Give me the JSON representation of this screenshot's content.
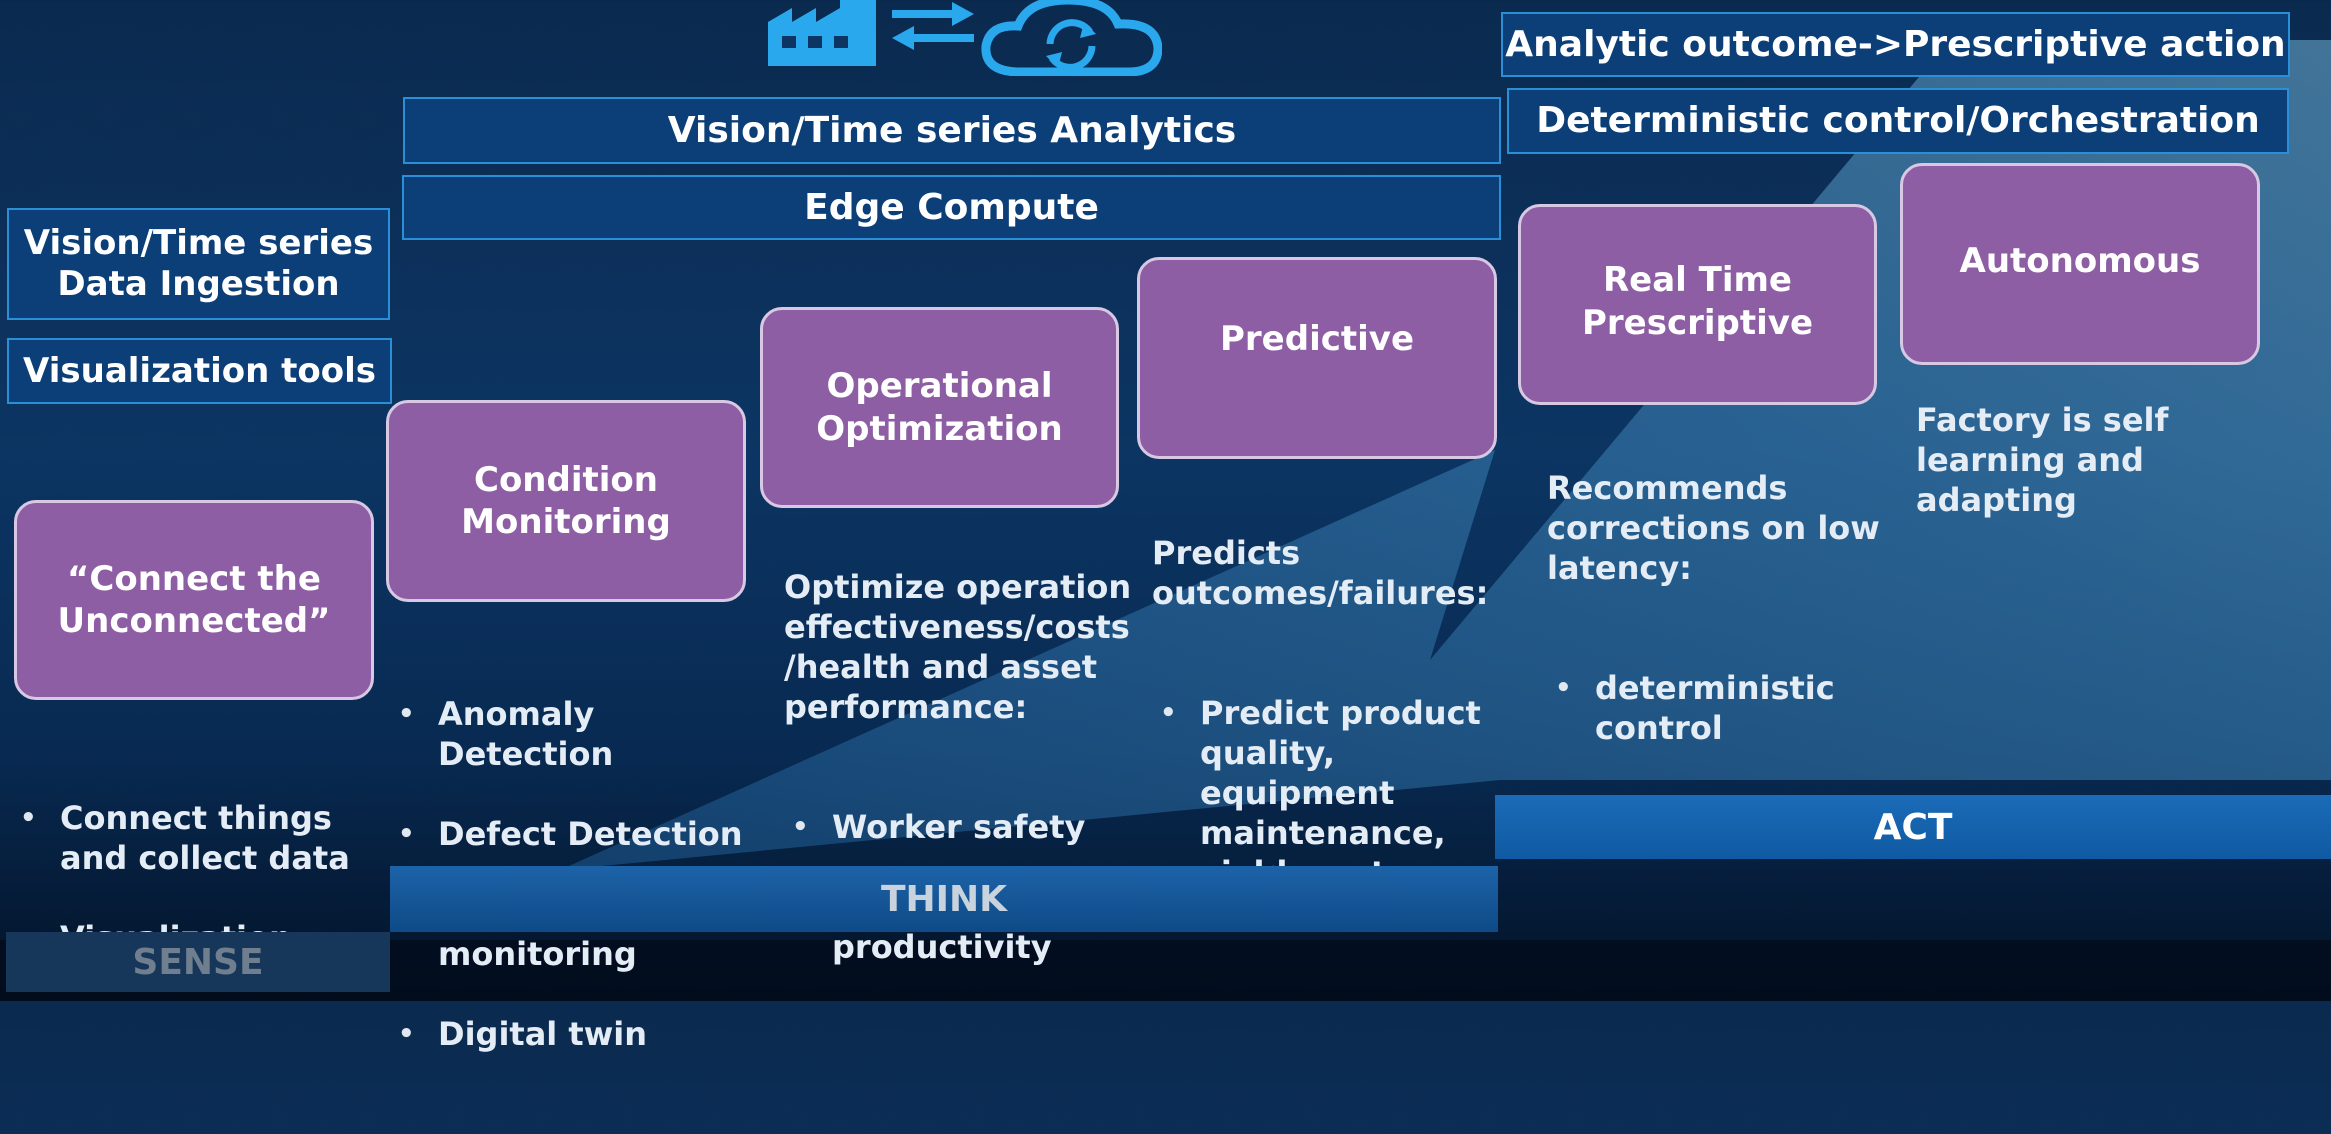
{
  "layers": {
    "analytic_outcome": "Analytic outcome->Prescriptive action",
    "deterministic_control": "Deterministic control/Orchestration",
    "vision_analytics": "Vision/Time series Analytics",
    "edge_compute": "Edge Compute",
    "data_ingestion": "Vision/Time series\nData Ingestion",
    "visualization_tools": "Visualization tools"
  },
  "stages": {
    "connect": {
      "label": "“Connect the\nUnconnected”",
      "bullets": [
        "Connect things\nand collect data",
        "Visualization"
      ]
    },
    "condition": {
      "label": "Condition\nMonitoring",
      "bullets": [
        "Anomaly\nDetection",
        "Defect Detection",
        "Compliance\nmonitoring",
        "Digital twin"
      ]
    },
    "operational": {
      "label": "Operational\nOptimization",
      "intro": "Optimize operation\neffectiveness/costs\n/health and asset\nperformance:",
      "bullets": [
        "Worker safety",
        "Factory\nproductivity"
      ]
    },
    "predictive": {
      "label": "Predictive",
      "intro": "Predicts\noutcomes/failures:",
      "bullets": [
        "Predict product\nquality,\nequipment\nmaintenance,\nyield, cost"
      ]
    },
    "realtime": {
      "label": "Real Time\nPrescriptive",
      "intro": "Recommends\ncorrections on low\nlatency:",
      "bullets": [
        "deterministic\ncontrol"
      ]
    },
    "autonomous": {
      "label": "Autonomous",
      "intro": "Factory is self\nlearning and\nadapting"
    }
  },
  "phases": {
    "sense": "SENSE",
    "think": "THINK",
    "act": "ACT"
  },
  "icons": [
    "factory-icon",
    "exchange-arrows-icon",
    "cloud-sync-icon"
  ],
  "colors": {
    "background": "#0c3563",
    "stage_fill": "#8d5ea3",
    "stage_border": "#d8c8e3",
    "layer_fill": "#0c3f78",
    "layer_border": "#2a8fd6",
    "icon": "#2aa8ee",
    "act_bar": "#1b6bb8"
  }
}
